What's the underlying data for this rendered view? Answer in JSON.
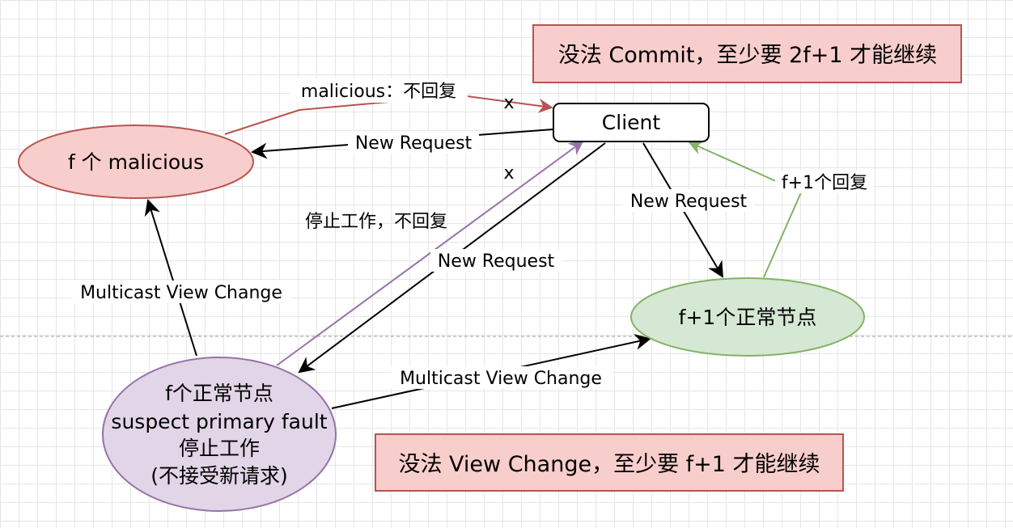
{
  "nodes": {
    "client": {
      "label": "Client"
    },
    "malicious": {
      "label": "f 个 malicious"
    },
    "normal_right": {
      "label": "f+1个正常节点"
    },
    "normal_left": {
      "lines": [
        "f个正常节点",
        "suspect primary fault",
        "停止工作",
        "(不接受新请求)"
      ]
    }
  },
  "notes": {
    "top": "没法 Commit，至少要 2f+1 才能继续",
    "bottom": "没法 View Change，至少要 f+1 才能继续"
  },
  "edges": {
    "malicious_to_client": {
      "label": "malicious：不回复",
      "mark": "x"
    },
    "client_to_malicious": {
      "label": "New Request"
    },
    "left_to_client": {
      "label": "停止工作，不回复",
      "mark": "x"
    },
    "client_to_left": {
      "label": "New Request"
    },
    "client_to_right": {
      "label": "New Request"
    },
    "right_to_client": {
      "label": "f+1个回复"
    },
    "left_to_malicious": {
      "label": "Multicast View Change"
    },
    "left_to_right": {
      "label": "Multicast View Change"
    }
  },
  "colors": {
    "red_fill": "#f8cecc",
    "red_stroke": "#b85450",
    "green_fill": "#d5e8d4",
    "green_stroke": "#82b366",
    "purple_fill": "#e1d5e7",
    "purple_stroke": "#9673a6",
    "black": "#000000"
  }
}
